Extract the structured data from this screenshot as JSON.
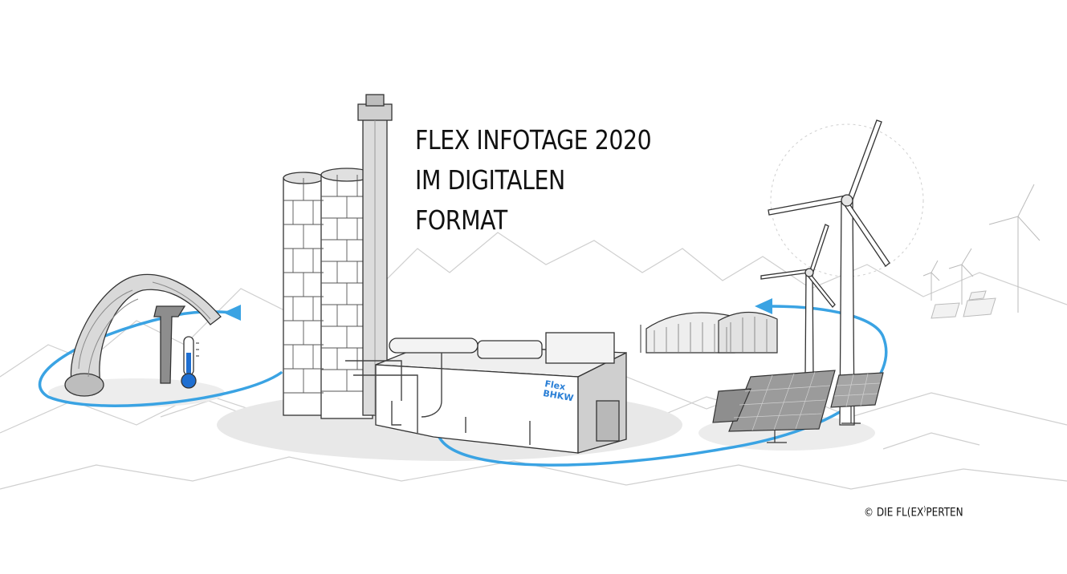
{
  "headline": {
    "line1": "FLEX INFOTAGE 2020",
    "line2": "IM DIGITALEN",
    "line3": "FORMAT"
  },
  "badge": {
    "line1": "Flex",
    "line2": "BHKW"
  },
  "copyright": {
    "prefix": "© DIE FL(EX",
    "superscript": ")",
    "suffix": "PERTEN"
  },
  "colors": {
    "flow_arrow": "#3aa3e3",
    "line_art": "#333333",
    "thermometer_fill": "#1f6fd1",
    "ground_shadow": "#e6e6e6"
  },
  "icons": [
    "biogas-chimney-icon",
    "chp-module-icon",
    "heat-pipe-icon",
    "thermometer-icon",
    "biogas-plant-icon",
    "wind-turbine-icon",
    "solar-panel-icon"
  ]
}
